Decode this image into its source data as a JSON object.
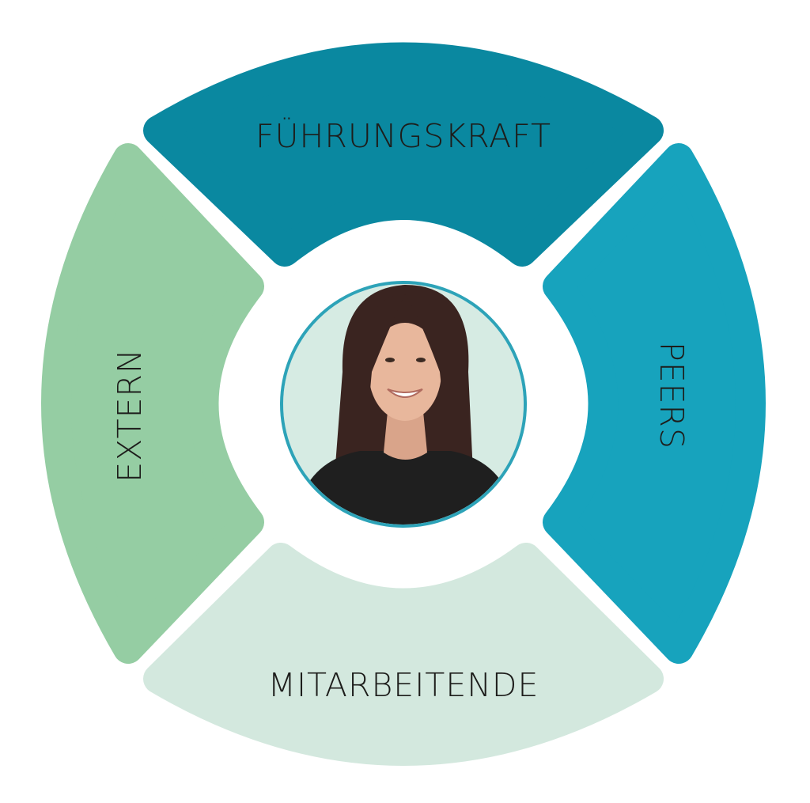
{
  "segments": {
    "top": {
      "label": "FÜHRUNGSKRAFT",
      "color": "#0a88a0"
    },
    "right": {
      "label": "PEERS",
      "color": "#17a3bd"
    },
    "bottom": {
      "label": "MITARBEITENDE",
      "color": "#d3e8de"
    },
    "left": {
      "label": "EXTERN",
      "color": "#95cda3"
    }
  },
  "center": {
    "image": "portrait-smiling-woman",
    "background_color": "#d6ebe3",
    "ring_color": "#2da3b8"
  }
}
